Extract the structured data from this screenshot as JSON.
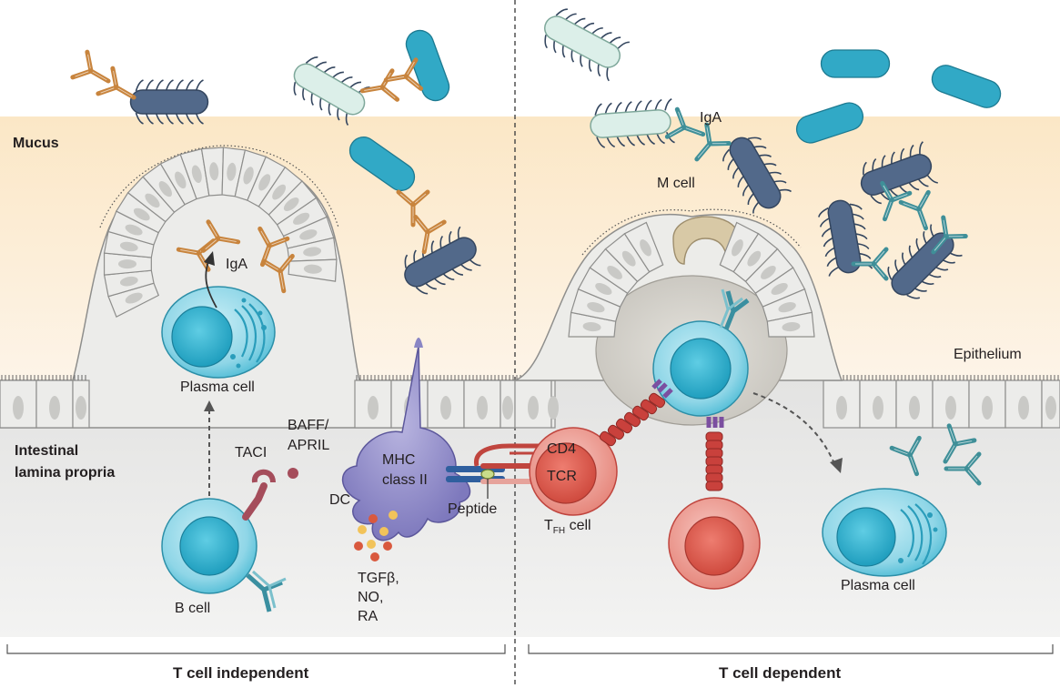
{
  "regions": {
    "mucus": "Mucus",
    "lamina_line1": "Intestinal",
    "lamina_line2": "lamina propria",
    "epithelium": "Epithelium"
  },
  "left": {
    "iga": "IgA",
    "plasma_cell": "Plasma cell",
    "baff_line1": "BAFF/",
    "baff_line2": "APRIL",
    "taci": "TACI",
    "mhc_line1": "MHC",
    "mhc_line2": "class II",
    "dc": "DC",
    "b_cell": "B cell",
    "factors_line1": "TGFβ,",
    "factors_line2": "NO,",
    "factors_line3": "RA",
    "footer": "T cell independent"
  },
  "right": {
    "iga": "IgA",
    "m_cell": "M cell",
    "cd4": "CD4",
    "tcr": "TCR",
    "peptide": "Peptide",
    "tfh_main": "T",
    "tfh_sub": "FH",
    "tfh_rest": " cell",
    "plasma_cell": "Plasma cell",
    "footer": "T cell dependent"
  },
  "colors": {
    "mucus": "#fdeed6",
    "lamina": "#e6e6e5",
    "epithelial": "#e9e9e7",
    "cyan_cell": "#45b9d2",
    "t_cell": "#e25f54",
    "dc": "#8a86c4",
    "iga_orange": "#c8843d",
    "iga_teal": "#3f8f98",
    "bacteria_dark": "#52698a",
    "bacteria_light": "#dcefe9",
    "bacteria_rod": "#31a9c6",
    "m_cell": "#d8c9a6"
  }
}
